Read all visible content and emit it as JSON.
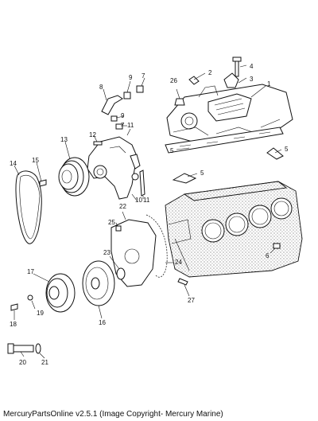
{
  "caption": "MercuryPartsOnline v2.5.1 (Image Copyright- Mercury Marine)",
  "callouts": [
    "1",
    "2",
    "3",
    "4",
    "5",
    "5",
    "5",
    "6",
    "7",
    "7",
    "8",
    "9",
    "9",
    "10",
    "11",
    "11",
    "12",
    "13",
    "14",
    "15",
    "16",
    "17",
    "18",
    "19",
    "20",
    "21",
    "22",
    "23",
    "24",
    "25",
    "26",
    "27"
  ]
}
